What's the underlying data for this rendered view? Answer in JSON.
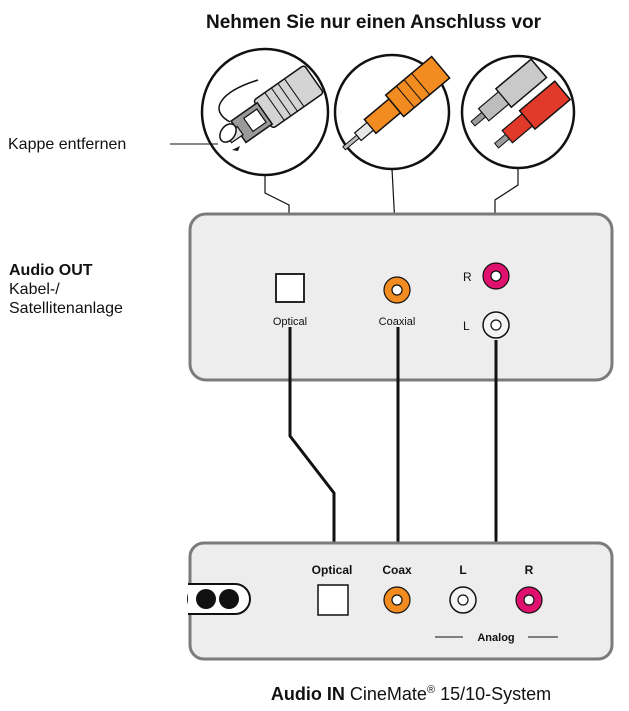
{
  "header": {
    "instruction": "Nehmen Sie nur einen Anschluss vor"
  },
  "callout": {
    "remove_cap": "Kappe entfernen"
  },
  "source_device": {
    "title": "Audio OUT",
    "subtitle_line1": "Kabel-/",
    "subtitle_line2": "Satellitenanlage",
    "port_optical": "Optical",
    "port_coaxial": "Coaxial",
    "port_r": "R",
    "port_l": "L"
  },
  "target_device": {
    "port_optical": "Optical",
    "port_coax": "Coax",
    "port_l": "L",
    "port_r": "R",
    "group_label": "Analog"
  },
  "footer": {
    "bold": "Audio IN",
    "regular": "CineMate",
    "registered": "®",
    "suffix": "15/10-System"
  },
  "colors": {
    "panel_fill": "#ededee",
    "panel_stroke": "#7a7b7e",
    "orange": "#f28b20",
    "red": "#e0106e",
    "cable": "#111111"
  },
  "icons": [
    "optical-plug-icon",
    "coaxial-plug-icon",
    "rca-plugs-icon",
    "ir-emitter-icon"
  ]
}
